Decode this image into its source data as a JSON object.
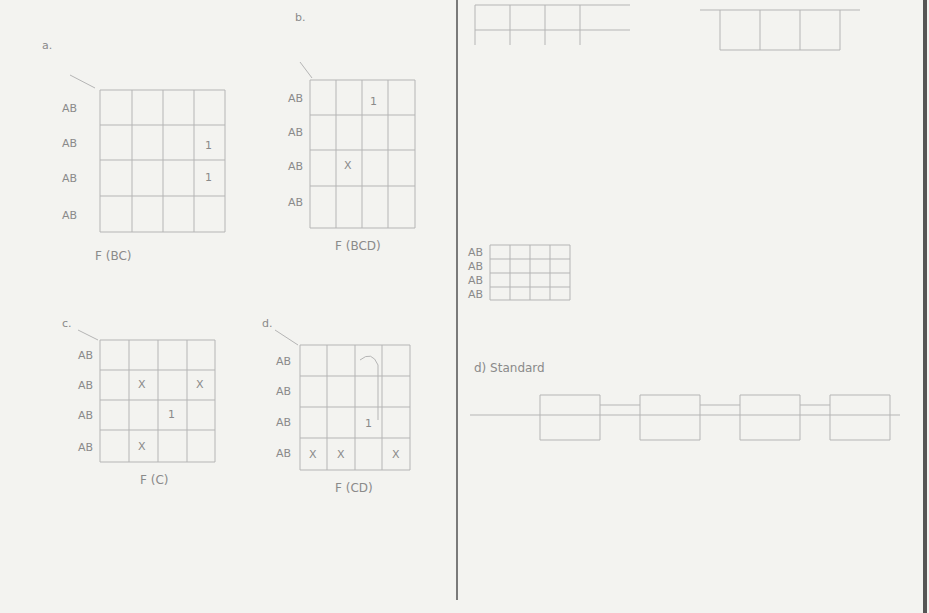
{
  "diagram": {
    "labels": [
      "a.",
      "AB",
      "AB",
      "AB",
      "AB",
      "F (BC)",
      "b.",
      "AB",
      "AB",
      "AB",
      "AB",
      "F (BCD)",
      "c.",
      "AB",
      "AB",
      "AB",
      "AB",
      "F (C)",
      "d.",
      "AB",
      "AB",
      "AB",
      "AB",
      "F (CD)",
      "1",
      "1",
      "X",
      "1",
      "X",
      "1",
      "X",
      "X",
      "X",
      "X",
      "1",
      "X",
      "AB",
      "AB",
      "AB",
      "AB",
      "d) Standard"
    ]
  }
}
